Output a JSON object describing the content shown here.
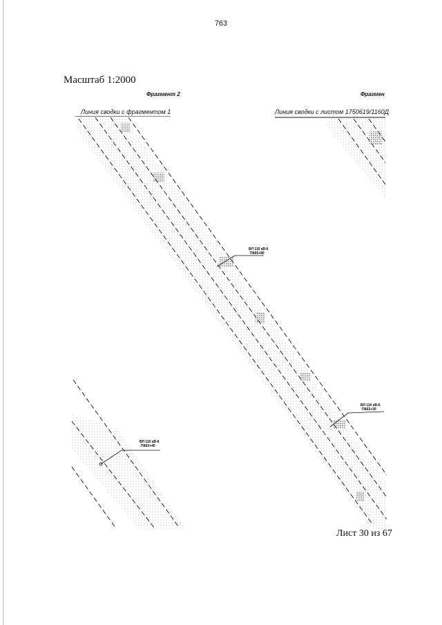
{
  "page": {
    "number": "763",
    "scale": "Масштаб 1:2000",
    "sheet": "Лист 30 из 67"
  },
  "map": {
    "fragment_2_label": "Фрагмент 2",
    "fragment_3_label": "Фрагмен",
    "junction_line_1": "Линия сводки с фрагментом 1",
    "junction_line_2": "Линия сводки с листом 1750619/1160Д",
    "callouts": [
      {
        "line1": "ВЛ 110 кВ-6",
        "line2": "ПК65+80"
      },
      {
        "line1": "ВЛ 110 кВ-6",
        "line2": "ПК63+30"
      },
      {
        "line1": "ВЛ 110 кВ-6",
        "line2": "ПК63+40"
      }
    ],
    "colors": {
      "ink": "#111111",
      "dots": "#9a9a9a"
    }
  }
}
